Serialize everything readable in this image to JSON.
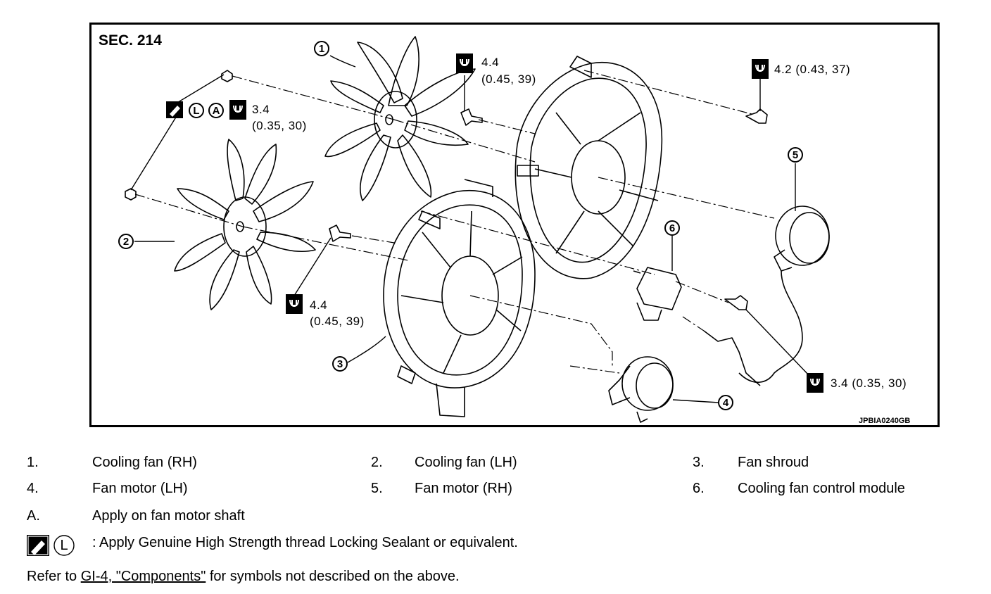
{
  "diagram": {
    "section": "SEC. 214",
    "figure_id": "JPBIA0240GB",
    "callouts": [
      "1",
      "2",
      "3",
      "4",
      "5",
      "6"
    ],
    "torques": {
      "fan_rh_bolt": {
        "value": "4.4",
        "detail": "(0.45, 39)"
      },
      "shroud_top_bolt": {
        "value": "4.2 (0.43, 37)"
      },
      "fan_nut": {
        "value": "3.4",
        "detail": "(0.35, 30)"
      },
      "lh_bolt": {
        "value": "4.4",
        "detail": "(0.45, 39)"
      },
      "module_bolt": {
        "value": "3.4 (0.35, 30)"
      }
    },
    "symbol_letters": {
      "L": "L",
      "A": "A"
    },
    "icons": [
      "torque-wrench-icon",
      "sealant-applicator-icon",
      "locking-sealant-symbol-icon",
      "apply-symbol-icon"
    ]
  },
  "legend": {
    "items": [
      {
        "num": "1.",
        "text": "Cooling fan (RH)"
      },
      {
        "num": "2.",
        "text": "Cooling fan (LH)"
      },
      {
        "num": "3.",
        "text": "Fan shroud"
      },
      {
        "num": "4.",
        "text": "Fan motor (LH)"
      },
      {
        "num": "5.",
        "text": "Fan motor (RH)"
      },
      {
        "num": "6.",
        "text": "Cooling fan control module"
      }
    ],
    "note_a_label": "A.",
    "note_a_text": "Apply on fan motor shaft",
    "sealant_letter": "L",
    "sealant_text": ": Apply Genuine High Strength thread Locking Sealant or equivalent.",
    "refer_prefix": "Refer to ",
    "refer_link": "GI-4, \"Components\"",
    "refer_suffix": " for symbols not described on  the above."
  }
}
